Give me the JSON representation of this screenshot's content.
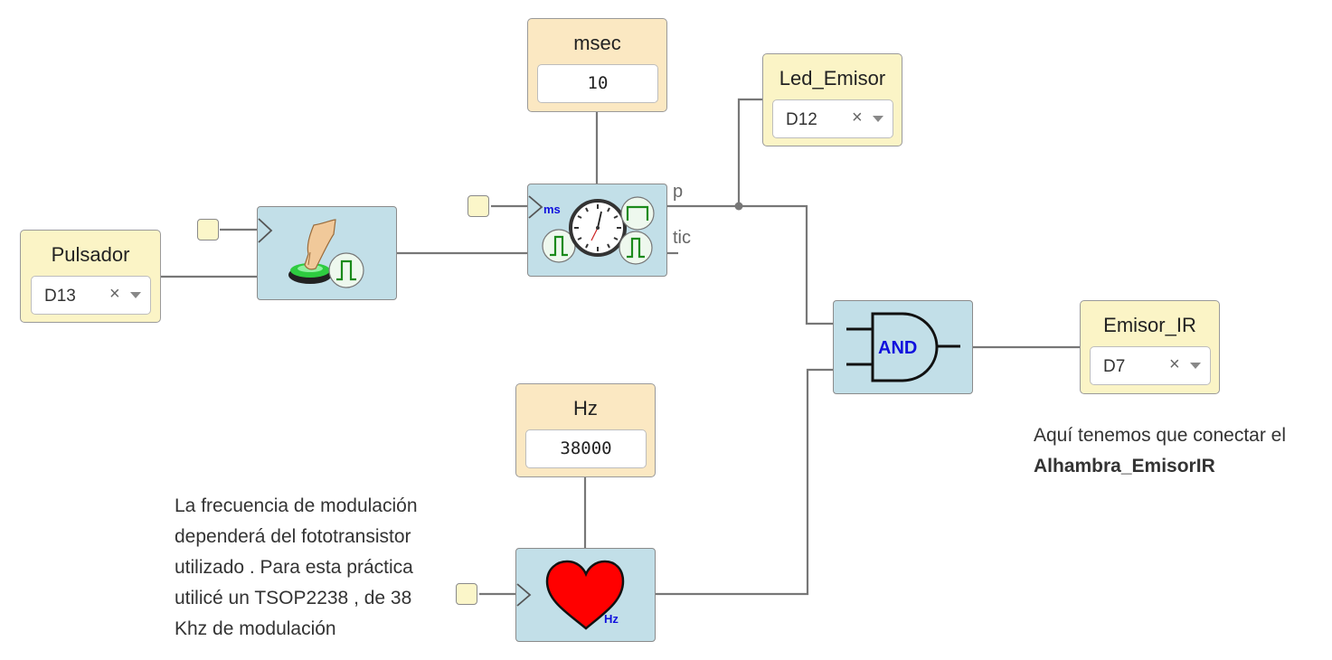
{
  "inputs": {
    "pulsador": {
      "label": "Pulsador",
      "value": "D13",
      "clear_glyph": "×"
    },
    "led_emisor": {
      "label": "Led_Emisor",
      "value": "D12",
      "clear_glyph": "×"
    },
    "emisor_ir": {
      "label": "Emisor_IR",
      "value": "D7",
      "clear_glyph": "×"
    }
  },
  "constants": {
    "msec": {
      "label": "msec",
      "value": "10"
    },
    "hz": {
      "label": "Hz",
      "value": "38000"
    }
  },
  "modules": {
    "button": {
      "icons": [
        "hand-press-icon",
        "pulse-icon"
      ]
    },
    "timer": {
      "tag": "ms",
      "ports": {
        "p": "p",
        "tic": "tic"
      },
      "icons": [
        "clock-icon",
        "pulse-icon"
      ]
    },
    "and_gate": {
      "label": "AND"
    },
    "heart": {
      "tag": "Hz",
      "icons": [
        "heart-icon"
      ]
    }
  },
  "comments": {
    "frequency": {
      "lines": [
        "La frecuencia de modulación",
        "dependerá del fototransistor",
        "utilizado . Para esta práctica",
        "utilicé un TSOP2238 , de 38",
        "Khz de modulación"
      ]
    },
    "connect": {
      "line1": "Aquí tenemos que conectar el",
      "line2_bold": "Alhambra_EmisorIR"
    }
  },
  "colors": {
    "wire": "#777777",
    "module_bg": "#c2dfe8",
    "input_bg": "#fbf4c6",
    "constant_bg": "#fbe8c2",
    "pulse_green": "#1a8a1a",
    "heart_red": "#ff0000",
    "tag_blue": "#1010dd"
  }
}
